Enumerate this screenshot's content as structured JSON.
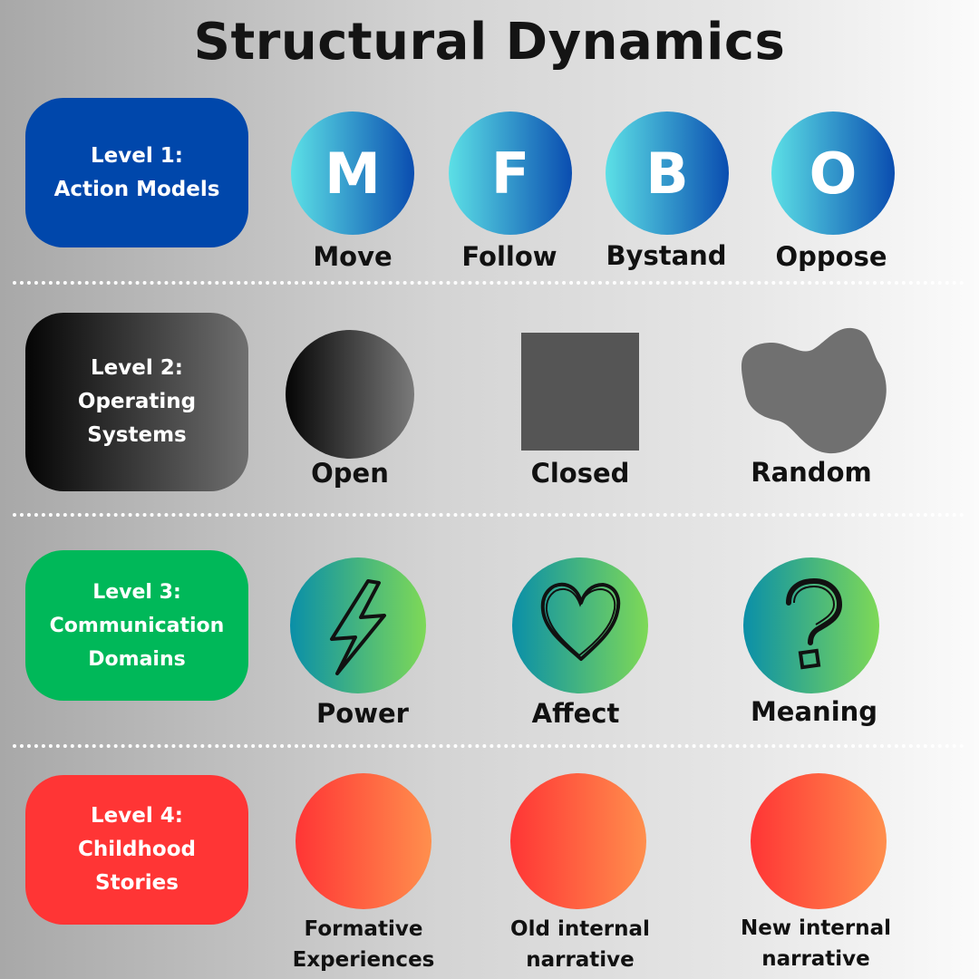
{
  "title": "Structural Dynamics",
  "levels": [
    {
      "lines": [
        "Level 1:",
        "Action Models"
      ],
      "color": "#0047ab",
      "items": [
        {
          "letter": "M",
          "label": "Move"
        },
        {
          "letter": "F",
          "label": "Follow"
        },
        {
          "letter": "B",
          "label": "Bystand"
        },
        {
          "letter": "O",
          "label": "Oppose"
        }
      ]
    },
    {
      "lines": [
        "Level 2:",
        "Operating",
        "Systems"
      ],
      "items": [
        {
          "label": "Open",
          "shape": "circle"
        },
        {
          "label": "Closed",
          "shape": "square"
        },
        {
          "label": "Random",
          "shape": "blob"
        }
      ]
    },
    {
      "lines": [
        "Level 3:",
        "Communication",
        "Domains"
      ],
      "color": "#00b859",
      "items": [
        {
          "label": "Power",
          "icon": "lightning-bolt-icon"
        },
        {
          "label": "Affect",
          "icon": "heart-icon"
        },
        {
          "label": "Meaning",
          "icon": "question-mark-icon"
        }
      ]
    },
    {
      "lines": [
        "Level 4:",
        "Childhood",
        "Stories"
      ],
      "color": "#ff3535",
      "items": [
        {
          "lines": [
            "Formative",
            "Experiences"
          ]
        },
        {
          "lines": [
            "Old internal",
            "narrative"
          ]
        },
        {
          "lines": [
            "New internal",
            "narrative"
          ]
        }
      ]
    }
  ]
}
